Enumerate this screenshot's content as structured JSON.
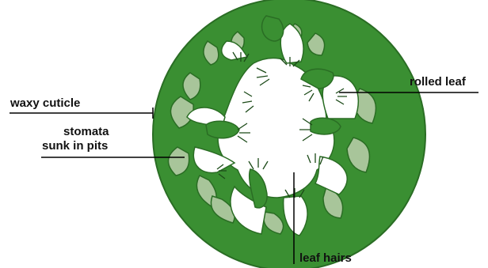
{
  "labels": {
    "waxy_cuticle": "waxy cuticle",
    "stomata_line1": "stomata",
    "stomata_line2": "sunk in pits",
    "rolled_leaf": "rolled leaf",
    "leaf_hairs": "leaf hairs"
  },
  "colors": {
    "leaf": "#3a8f32",
    "leaf_edge": "#2a6d24",
    "pit": "#a8c59a",
    "cavity": "#ffffff",
    "hair": "#1c4a18",
    "leader": "#000000"
  }
}
